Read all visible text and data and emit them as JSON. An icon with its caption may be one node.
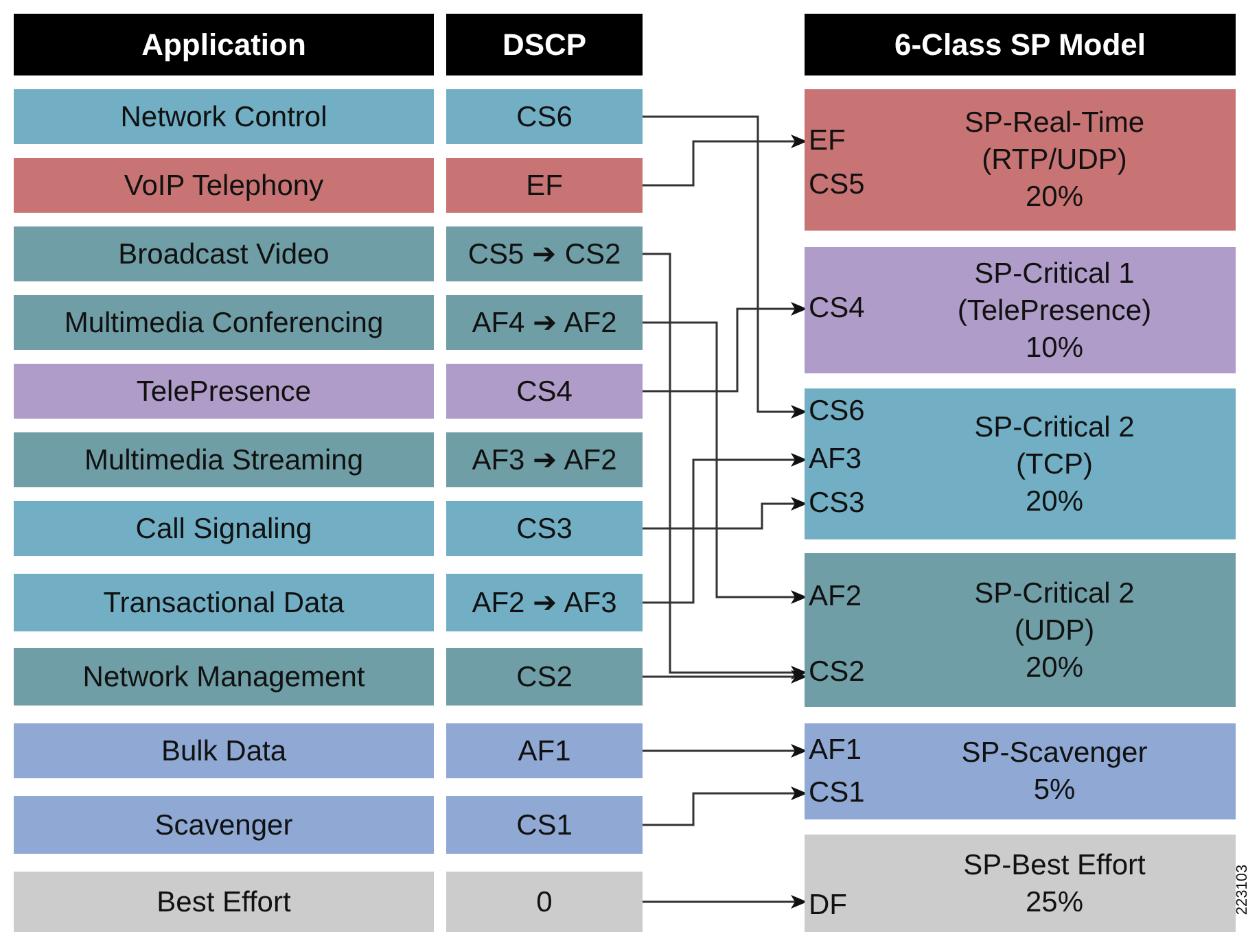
{
  "diagram": {
    "nodes": [
      {
        "text": [
          "Application"
        ]
      },
      {
        "text": [
          "DSCP"
        ]
      },
      {
        "text": [
          "6-Class SP Model"
        ]
      },
      {
        "text": [
          "Network Control"
        ]
      },
      {
        "text": [
          "CS6"
        ]
      },
      {
        "text": [
          "VoIP Telephony"
        ]
      },
      {
        "text": [
          "EF"
        ]
      },
      {
        "text": [
          "Broadcast Video"
        ]
      },
      {
        "text": [
          "CS5 ➔ CS2"
        ]
      },
      {
        "text": [
          "Multimedia Conferencing"
        ]
      },
      {
        "text": [
          "AF4 ➔ AF2"
        ]
      },
      {
        "text": [
          "TelePresence"
        ]
      },
      {
        "text": [
          "CS4"
        ]
      },
      {
        "text": [
          "Multimedia Streaming"
        ]
      },
      {
        "text": [
          "AF3 ➔ AF2"
        ]
      },
      {
        "text": [
          "Call Signaling"
        ]
      },
      {
        "text": [
          "CS3"
        ]
      },
      {
        "text": [
          "Transactional Data"
        ]
      },
      {
        "text": [
          "AF2 ➔ AF3"
        ]
      },
      {
        "text": [
          "Network Management"
        ]
      },
      {
        "text": [
          "CS2"
        ]
      },
      {
        "text": [
          "Bulk Data"
        ]
      },
      {
        "text": [
          "AF1"
        ]
      },
      {
        "text": [
          "Scavenger"
        ]
      },
      {
        "text": [
          "CS1"
        ]
      },
      {
        "text": [
          "Best Effort"
        ]
      },
      {
        "text": [
          "0"
        ]
      },
      {
        "text": [
          "SP-Real-Time",
          "(RTP/UDP)",
          "20%"
        ]
      },
      {
        "text": [
          "EF"
        ],
        "in": 27
      },
      {
        "text": [
          "CS5"
        ],
        "in": 27
      },
      {
        "text": [
          "SP-Critical 1",
          "(TelePresence)",
          "10%"
        ]
      },
      {
        "text": [
          "CS4"
        ],
        "in": 30
      },
      {
        "text": [
          "SP-Critical 2",
          "(TCP)",
          "20%"
        ]
      },
      {
        "text": [
          "CS6"
        ],
        "in": 32
      },
      {
        "text": [
          "AF3"
        ],
        "in": 32
      },
      {
        "text": [
          "CS3"
        ],
        "in": 32
      },
      {
        "text": [
          "SP-Critical 2",
          "(UDP)",
          "20%"
        ]
      },
      {
        "text": [
          "AF2"
        ],
        "in": 36
      },
      {
        "text": [
          "CS2"
        ],
        "in": 36
      },
      {
        "text": [
          "SP-Scavenger",
          "5%"
        ]
      },
      {
        "text": [
          "AF1"
        ],
        "in": 39
      },
      {
        "text": [
          "CS1"
        ],
        "in": 39
      },
      {
        "text": [
          "SP-Best Effort",
          "25%"
        ]
      },
      {
        "text": [
          "DF"
        ],
        "in": 42
      }
    ],
    "edges": [
      {
        "from": 4,
        "to": 33,
        "arrow": "to"
      },
      {
        "from": 6,
        "to": 28,
        "arrow": "to"
      },
      {
        "from": 8,
        "to": 38,
        "arrow": "to"
      },
      {
        "from": 10,
        "to": 37,
        "arrow": "to"
      },
      {
        "from": 12,
        "to": 31,
        "arrow": "to"
      },
      {
        "from": 16,
        "to": 35,
        "arrow": "to"
      },
      {
        "from": 18,
        "to": 34,
        "arrow": "to"
      },
      {
        "from": 20,
        "to": 38,
        "arrow": "to"
      },
      {
        "from": 22,
        "to": 40,
        "arrow": "to"
      },
      {
        "from": 24,
        "to": 41,
        "arrow": "to"
      },
      {
        "from": 26,
        "to": 43,
        "arrow": "to"
      }
    ],
    "labels": [
      "223103"
    ]
  }
}
